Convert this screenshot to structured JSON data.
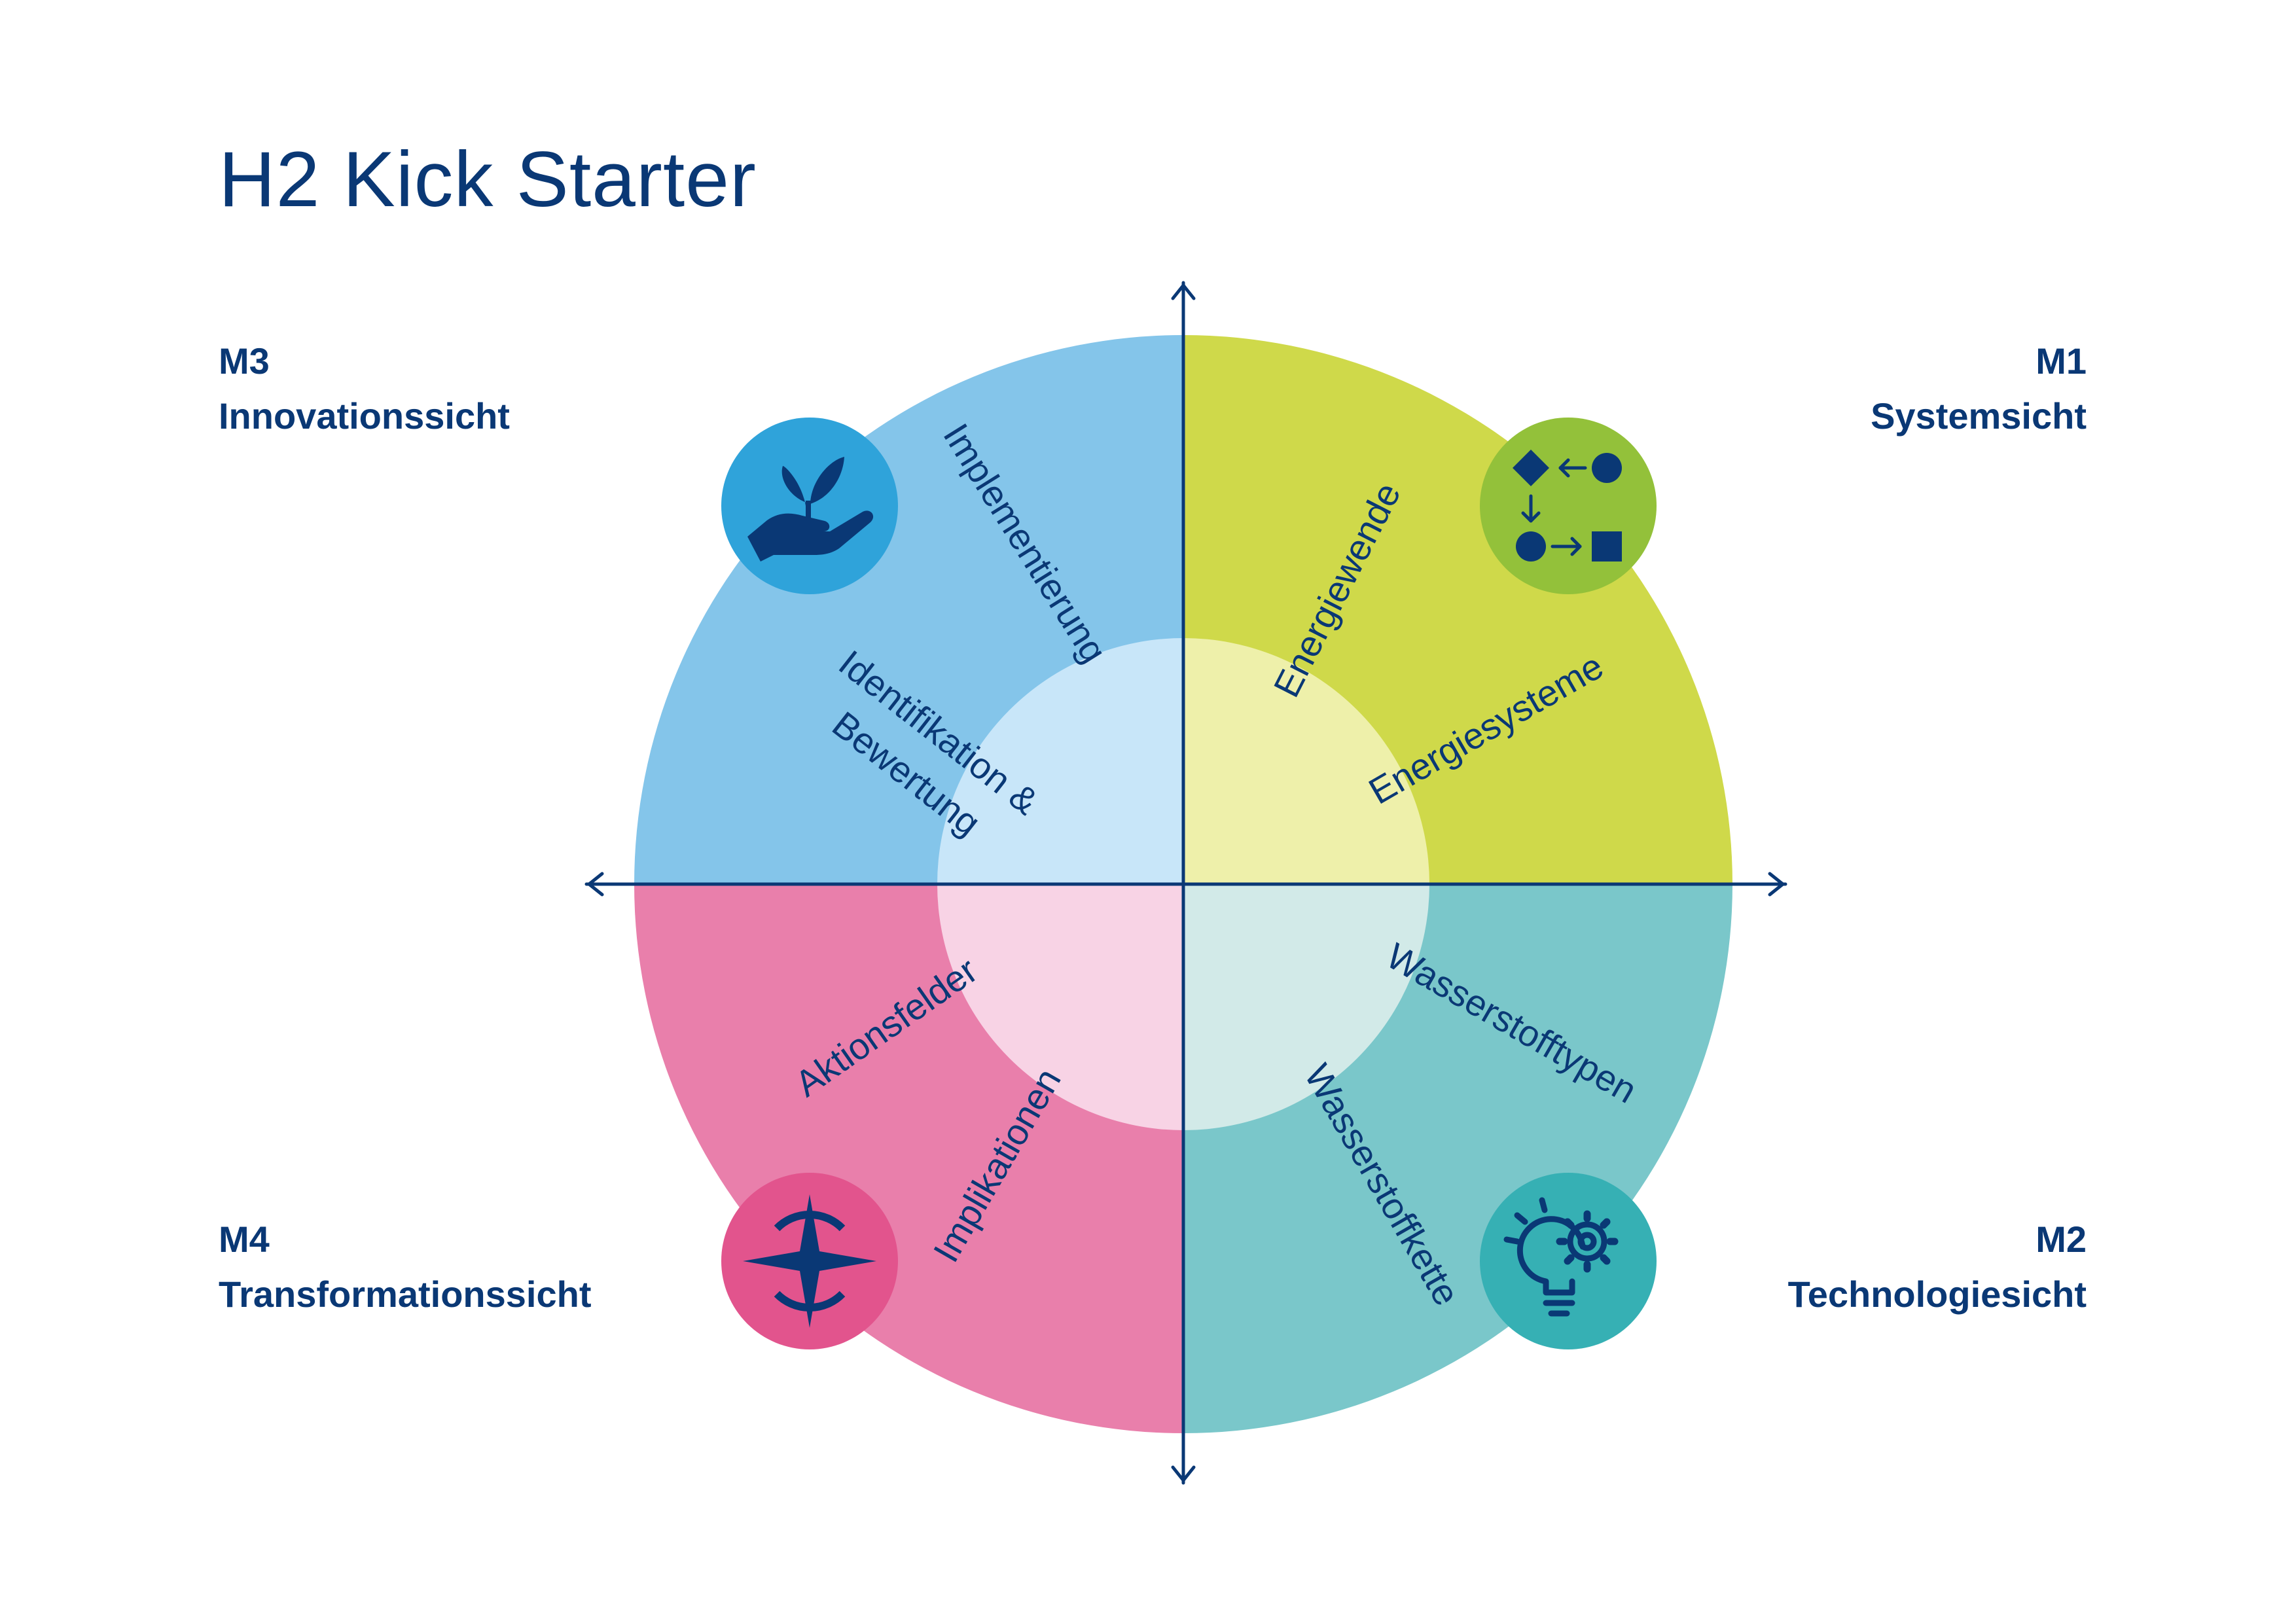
{
  "title": "H2 Kick Starter",
  "modules": {
    "m1": {
      "code": "M1",
      "name": "Systemsicht"
    },
    "m2": {
      "code": "M2",
      "name": "Technologiesicht"
    },
    "m3": {
      "code": "M3",
      "name": "Innovationssicht"
    },
    "m4": {
      "code": "M4",
      "name": "Transformationssicht"
    }
  },
  "segments": {
    "energiewende": "Energiewende",
    "energiesysteme": "Energiesysteme",
    "wasserstofftypen": "Wasserstofftypen",
    "wasserstoffkette": "Wasserstoffkette",
    "implikationen": "Implikationen",
    "aktionsfelder": "Aktionsfelder",
    "identifikation_line1": "Identifikation &",
    "identifikation_line2": "Bewertung",
    "implementierung": "Implementierung"
  },
  "colors": {
    "text": "#0a3875",
    "m1_outer": "#cfd94a",
    "m1_inner": "#eef0aa",
    "m1_icon": "#93c13a",
    "m2_outer": "#7ac7ca",
    "m2_inner": "#d2eae8",
    "m2_icon": "#36b0b4",
    "m3_outer": "#84c5ea",
    "m3_inner": "#c8e6f9",
    "m3_icon": "#2fa3da",
    "m4_outer": "#e97fab",
    "m4_inner": "#f8d3e5",
    "m4_icon": "#e2548d"
  },
  "icons": {
    "m1": "process-flow-icon",
    "m2": "idea-gear-icon",
    "m3": "hand-plant-icon",
    "m4": "compass-icon"
  }
}
